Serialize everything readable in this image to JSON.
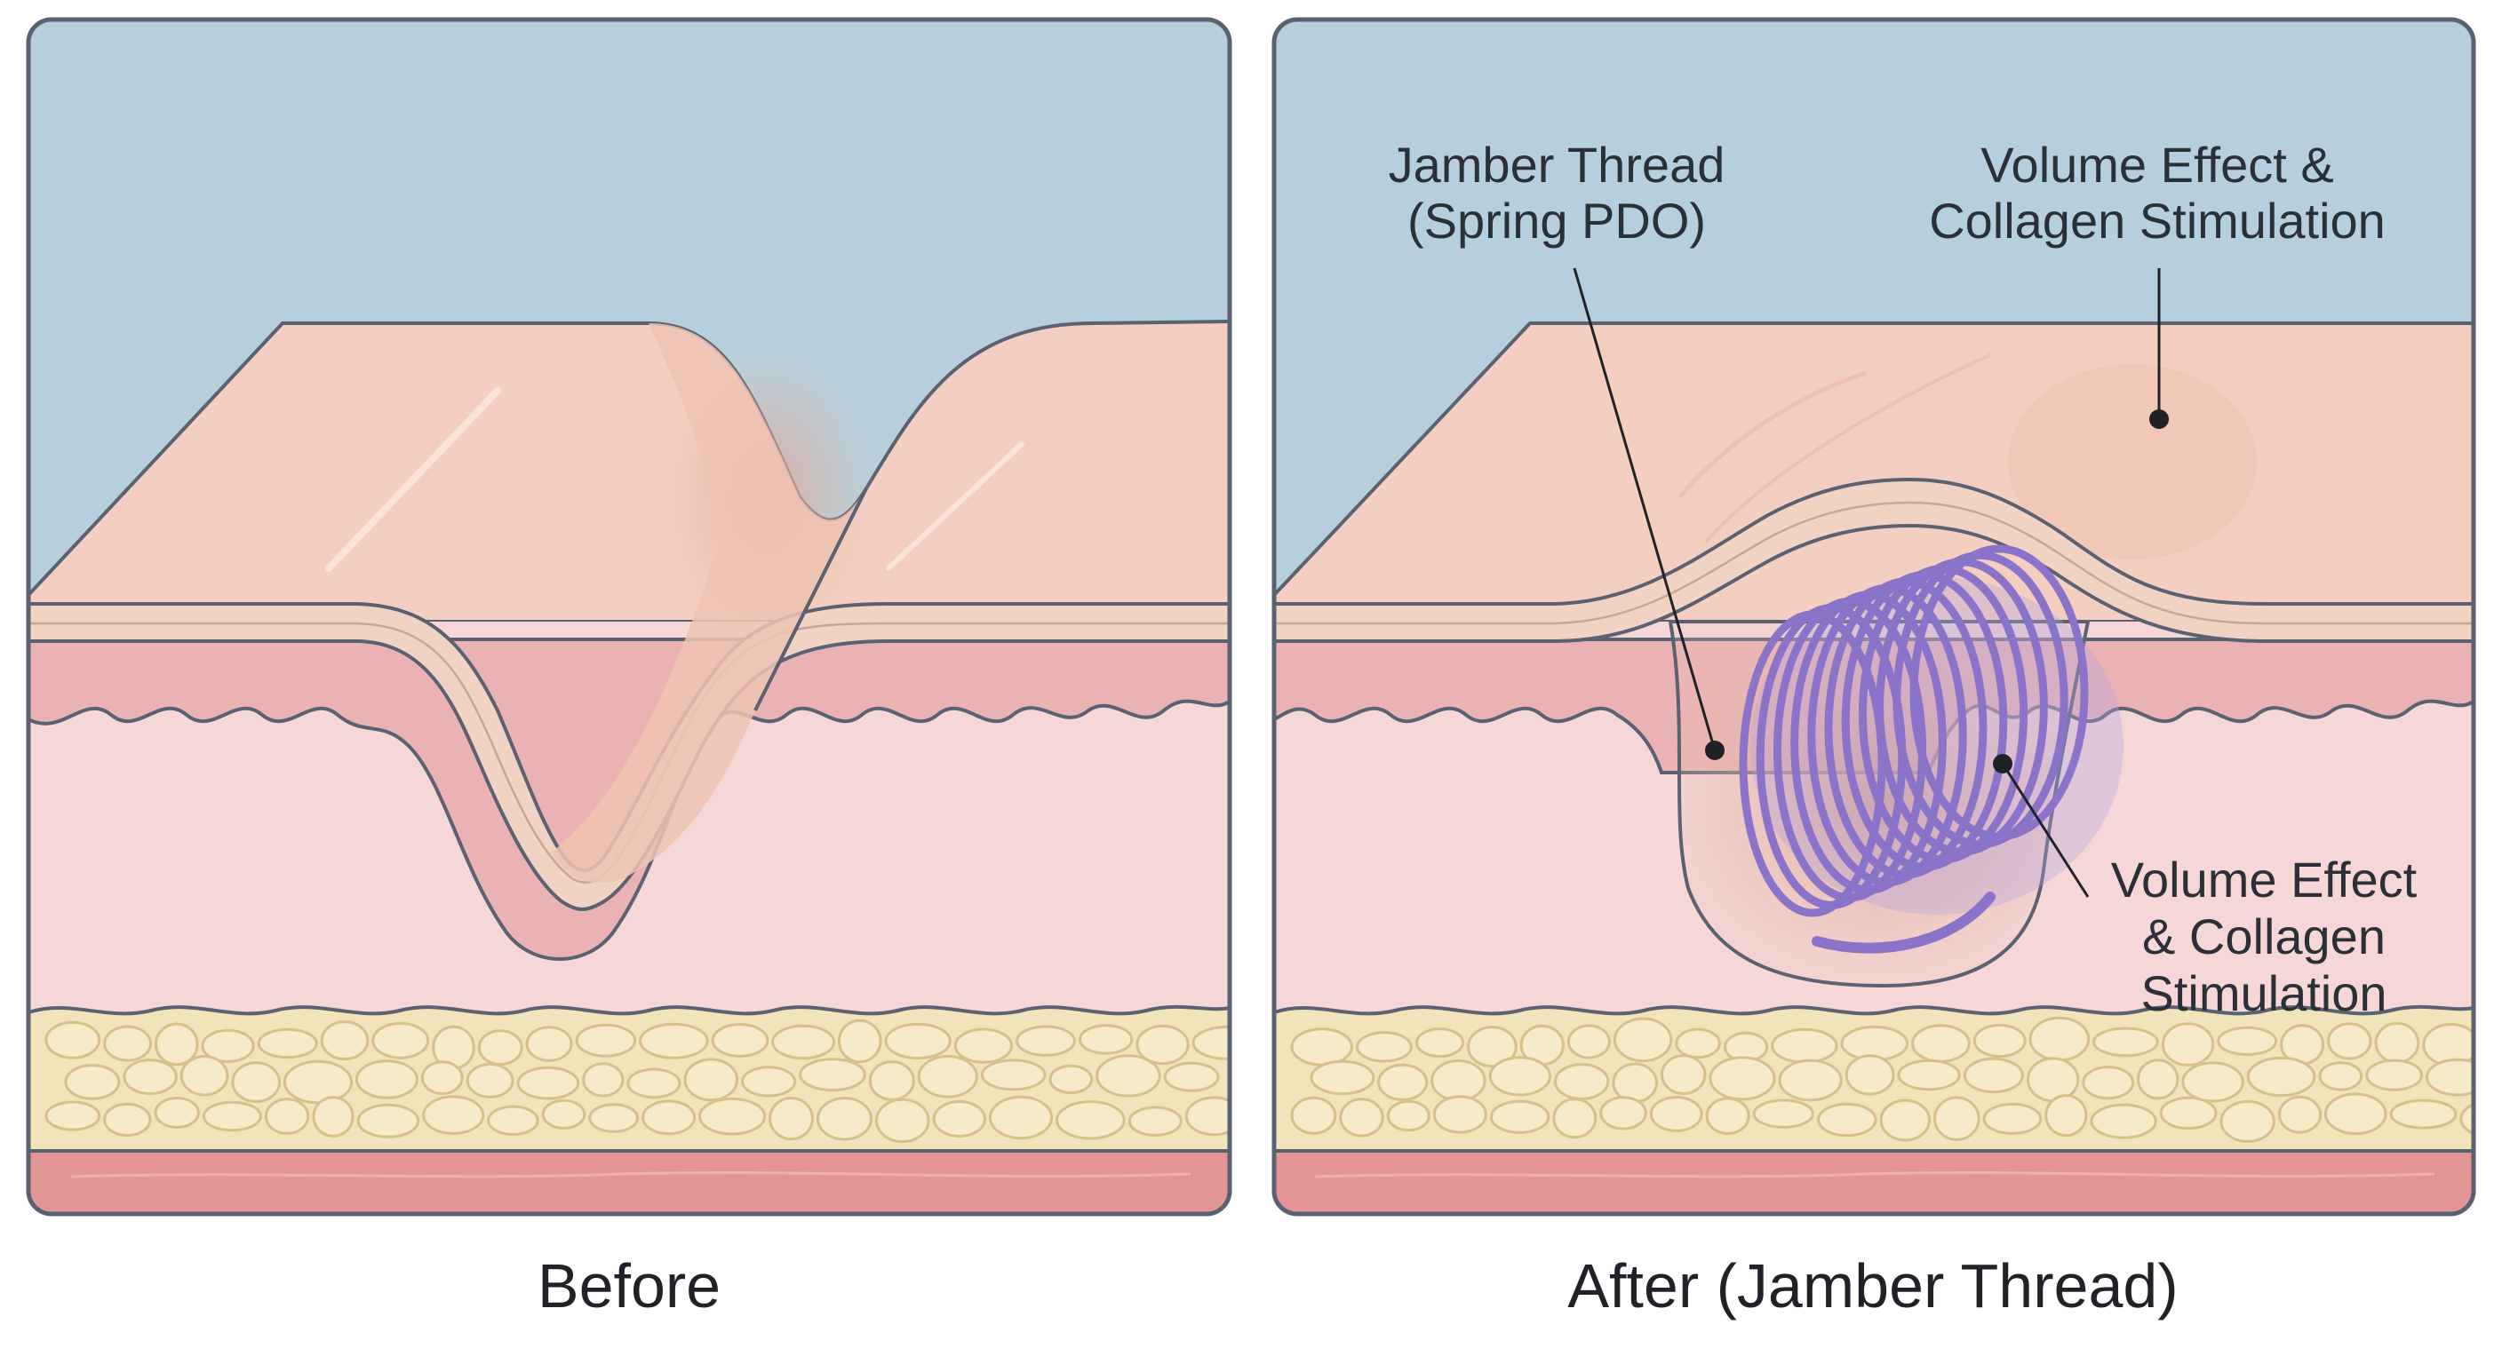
{
  "panels": {
    "before": {
      "caption": "Before"
    },
    "after": {
      "caption": "After (Jamber Thread)",
      "callouts": {
        "thread": [
          "Jamber Thread",
          "(Spring PDO)"
        ],
        "surface_effect": [
          "Volume Effect &",
          "Collagen Stimulation"
        ],
        "deep_effect": [
          "Volume Effect",
          "& Collagen",
          "Stimulation"
        ]
      }
    }
  },
  "colors": {
    "sky": "#b7cfdc",
    "skin_surface": "#f4cfc1",
    "skin_band": "#f0d3c3",
    "dermis_upper": "#eab2b2",
    "dermis": "#f5d7d8",
    "fat": "#f1e4bb",
    "fat_cell": "#f5ebc9",
    "muscle": "#e39596",
    "outline": "#5a6272",
    "thread": "#8a74c9"
  }
}
